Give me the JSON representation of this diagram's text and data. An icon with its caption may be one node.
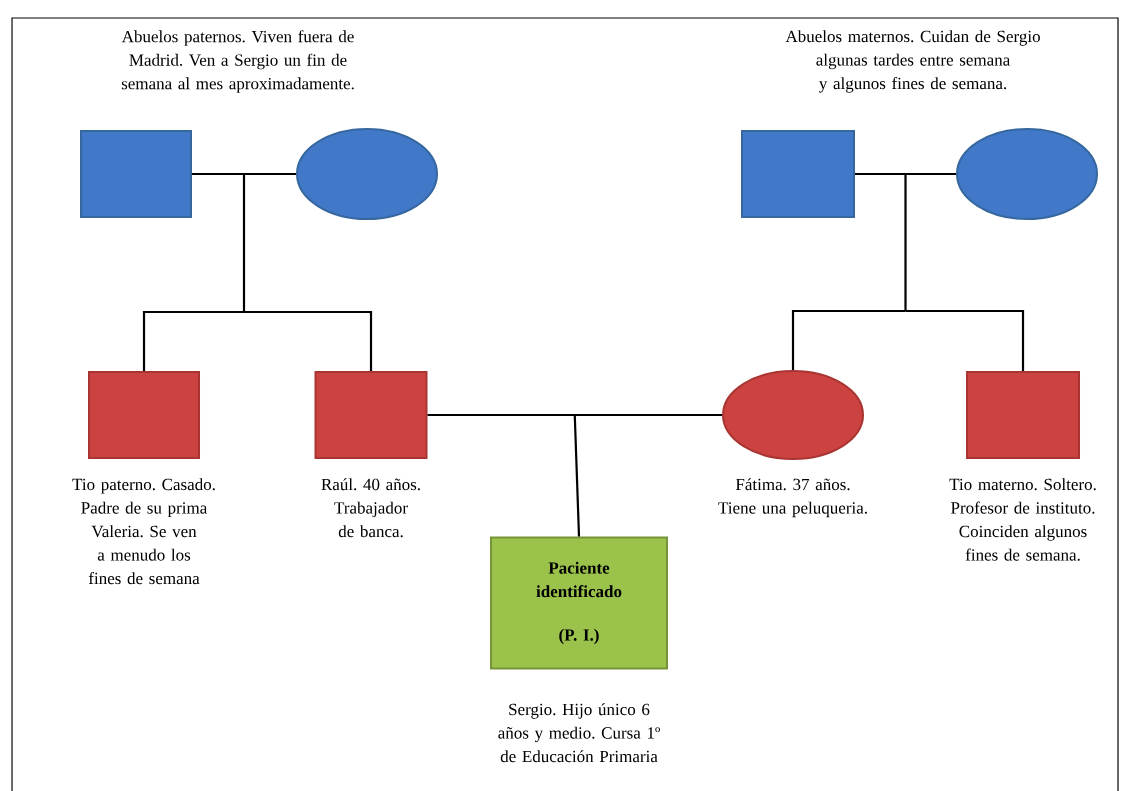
{
  "diagram": {
    "nodes": [
      {
        "text": [],
        "shape": "box"
      },
      {
        "text": [],
        "shape": "circle"
      },
      {
        "text": [],
        "shape": "box"
      },
      {
        "text": [],
        "shape": "circle"
      },
      {
        "text": [],
        "shape": "box",
        "beside": [
          "Tio paterno. Casado. Padre de su prima Valeria. Se ven a menudo los fines de semana"
        ]
      },
      {
        "text": [],
        "shape": "box",
        "beside": [
          "Raúl. 40 años. Trabajador de banca."
        ]
      },
      {
        "text": [],
        "shape": "circle",
        "beside": [
          "Fátima. 37 años. Tiene una peluqueria."
        ]
      },
      {
        "text": [],
        "shape": "box",
        "beside": [
          "Tio materno. Soltero.  Profesor de instituto. Coinciden algunos fines de semana."
        ]
      },
      {
        "text": [
          "Paciente identificado",
          "(P. I.)"
        ],
        "beside": [
          "Sergio. Hijo único 6 años y medio. Cursa 1º de Educación Primaria"
        ]
      }
    ],
    "edges": [
      {
        "from": 0,
        "to": 1,
        "arrow": "none"
      },
      {
        "from": 0,
        "to": 4,
        "arrow": "none"
      },
      {
        "from": 1,
        "to": 4,
        "arrow": "none"
      },
      {
        "from": 0,
        "to": 5,
        "arrow": "none"
      },
      {
        "from": 1,
        "to": 5,
        "arrow": "none"
      },
      {
        "from": 2,
        "to": 3,
        "arrow": "none"
      },
      {
        "from": 2,
        "to": 6,
        "arrow": "none"
      },
      {
        "from": 3,
        "to": 6,
        "arrow": "none"
      },
      {
        "from": 2,
        "to": 7,
        "arrow": "none"
      },
      {
        "from": 3,
        "to": 7,
        "arrow": "none"
      },
      {
        "from": 5,
        "to": 6,
        "arrow": "none"
      },
      {
        "from": 5,
        "to": 8,
        "arrow": "none"
      },
      {
        "from": 6,
        "to": 8,
        "arrow": "none"
      }
    ],
    "labels": [
      "Abuelos paternos. Viven fuera de Madrid. Ven a Sergio un fin de semana al mes aproximadamente.",
      "Abuelos maternos. Cuidan de Sergio algunas tardes entre semana y algunos fines de semana."
    ]
  }
}
